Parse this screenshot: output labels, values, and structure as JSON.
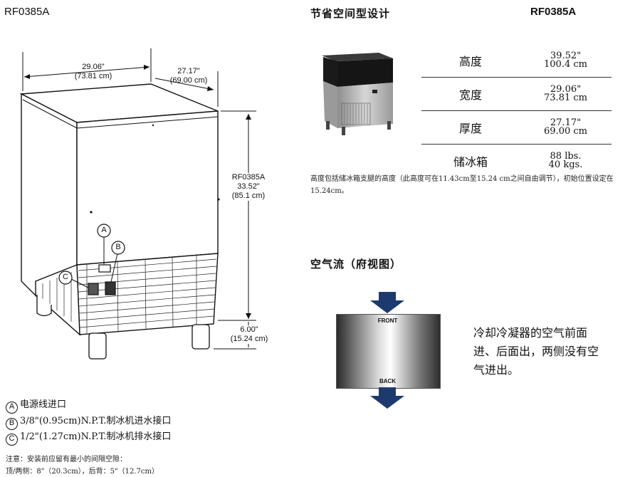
{
  "header": {
    "model_left": "RF0385A",
    "title": "节省空间型设计",
    "model_right": "RF0385A"
  },
  "drawing": {
    "width_in": "29.06\"",
    "width_cm": "(73.81 cm)",
    "depth_in": "27.17\"",
    "depth_cm": "(69.00 cm)",
    "height_model": "RF0385A",
    "height_in": "33.52\"",
    "height_cm": "(85.1 cm)",
    "leg_in": "6.00\"",
    "leg_cm": "(15.24 cm)",
    "callout_a": "A",
    "callout_b": "B",
    "callout_c": "C"
  },
  "legend": [
    {
      "letter": "A",
      "text": "电源线进口"
    },
    {
      "letter": "B",
      "text": "3/8\"(0.95cm)N.P.T.制冰机进水接口"
    },
    {
      "letter": "C",
      "text": "1/2\"(1.27cm)N.P.T.制冰机排水接口"
    }
  ],
  "notes": {
    "line1": "注意：安装前应留有最小的间隔空隙：",
    "line2": "顶/两侧：8\"（20.3cm），后背：5\"（12.7cm）"
  },
  "specs": [
    {
      "label": "高度",
      "v1": "39.52\"",
      "v2": "100.4 cm"
    },
    {
      "label": "宽度",
      "v1": "29.06\"",
      "v2": "73.81 cm"
    },
    {
      "label": "厚度",
      "v1": "27.17\"",
      "v2": "69.00 cm"
    },
    {
      "label": "储冰箱",
      "v1": "88 lbs.",
      "v2": "40 kgs."
    }
  ],
  "spec_note": "高度包括储冰箱支腿的高度（此高度可在11.43cm至15.24 cm之间自由调节），初始位置设定在15.24cm。",
  "airflow": {
    "title": "空气流（府视图）",
    "front": "FRONT",
    "back": "BACK",
    "description": "冷却冷凝器的空气前面进、后面出，两侧没有空气进出。"
  },
  "colors": {
    "arrow": "#1d3a6e",
    "line": "#111111"
  }
}
